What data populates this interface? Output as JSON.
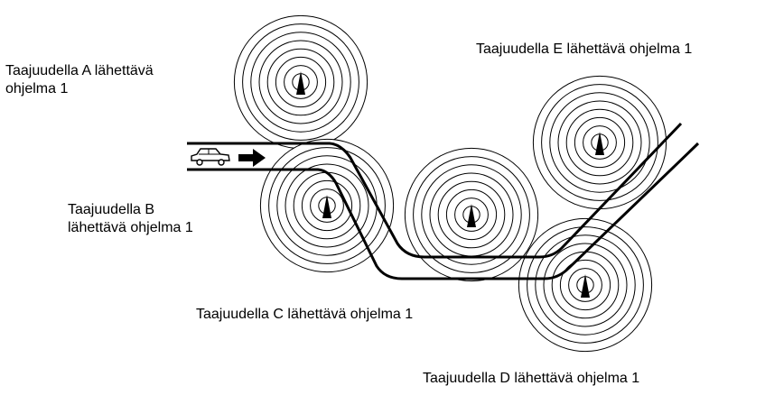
{
  "transmitters": [
    {
      "id": "A",
      "label_lines": [
        "Taajuudella A lähettävä",
        "ohjelma 1"
      ]
    },
    {
      "id": "B",
      "label_lines": [
        "Taajuudella B",
        "lähettävä ohjelma 1"
      ]
    },
    {
      "id": "C",
      "label_lines": [
        "Taajuudella C lähettävä ohjelma 1"
      ]
    },
    {
      "id": "D",
      "label_lines": [
        "Taajuudella D lähettävä ohjelma 1"
      ]
    },
    {
      "id": "E",
      "label_lines": [
        "Taajuudella E lähettävä ohjelma 1"
      ]
    }
  ],
  "icons": {
    "vehicle": "car-icon",
    "direction": "arrow-right-icon",
    "transmitter": "transmitter-antenna-icon"
  },
  "colors": {
    "line": "#000000",
    "background": "#ffffff"
  }
}
